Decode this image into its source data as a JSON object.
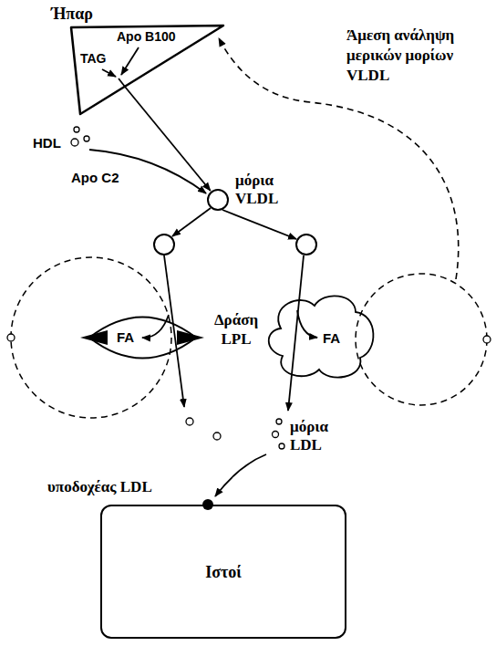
{
  "diagram": {
    "nodes": [
      {
        "text": [
          "Ήπαρ",
          "TAG",
          "Apo B100"
        ]
      },
      {
        "text": [
          "μόρια VLDL"
        ]
      },
      {
        "text": [
          "Ιστοί"
        ]
      }
    ],
    "edges": [
      {
        "from": 0,
        "to": 1,
        "arrow": "to"
      }
    ],
    "labels": [
      "Άμεση ανάληψη μερικών μορίων VLDL",
      "HDL",
      "Apo C2",
      "FA",
      "Δράση LPL",
      "FA",
      "μόρια LDL",
      "υποδοχέας LDL"
    ]
  }
}
